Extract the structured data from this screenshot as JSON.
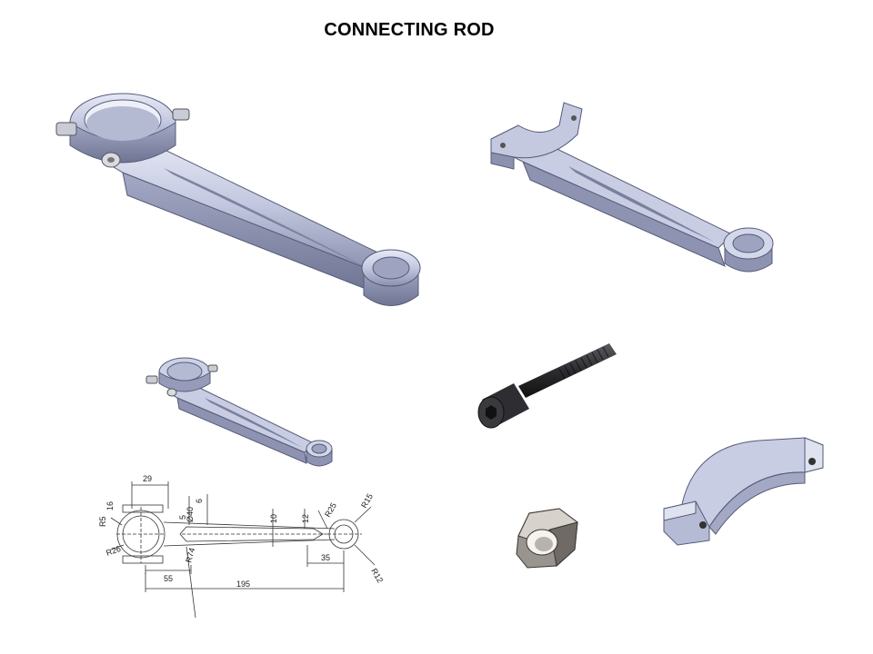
{
  "title": "CONNECTING ROD",
  "colors": {
    "body_light": "#d4d8ec",
    "body_mid": "#a9afcc",
    "body_dark": "#6f7592",
    "steel_dark": "#2a2a2c",
    "nut": "#8a8580",
    "line": "#333333"
  },
  "drawing": {
    "dimensions": {
      "d29": "29",
      "d16": "16",
      "d6": "6",
      "r5": "R5",
      "d40": "Ø40",
      "d5": "5",
      "d10": "10",
      "d12": "12",
      "r25": "R25",
      "r15": "R15",
      "r26": "R26",
      "r74": "R74",
      "d55": "55",
      "d35": "35",
      "r12": "R12",
      "d195": "195"
    }
  }
}
